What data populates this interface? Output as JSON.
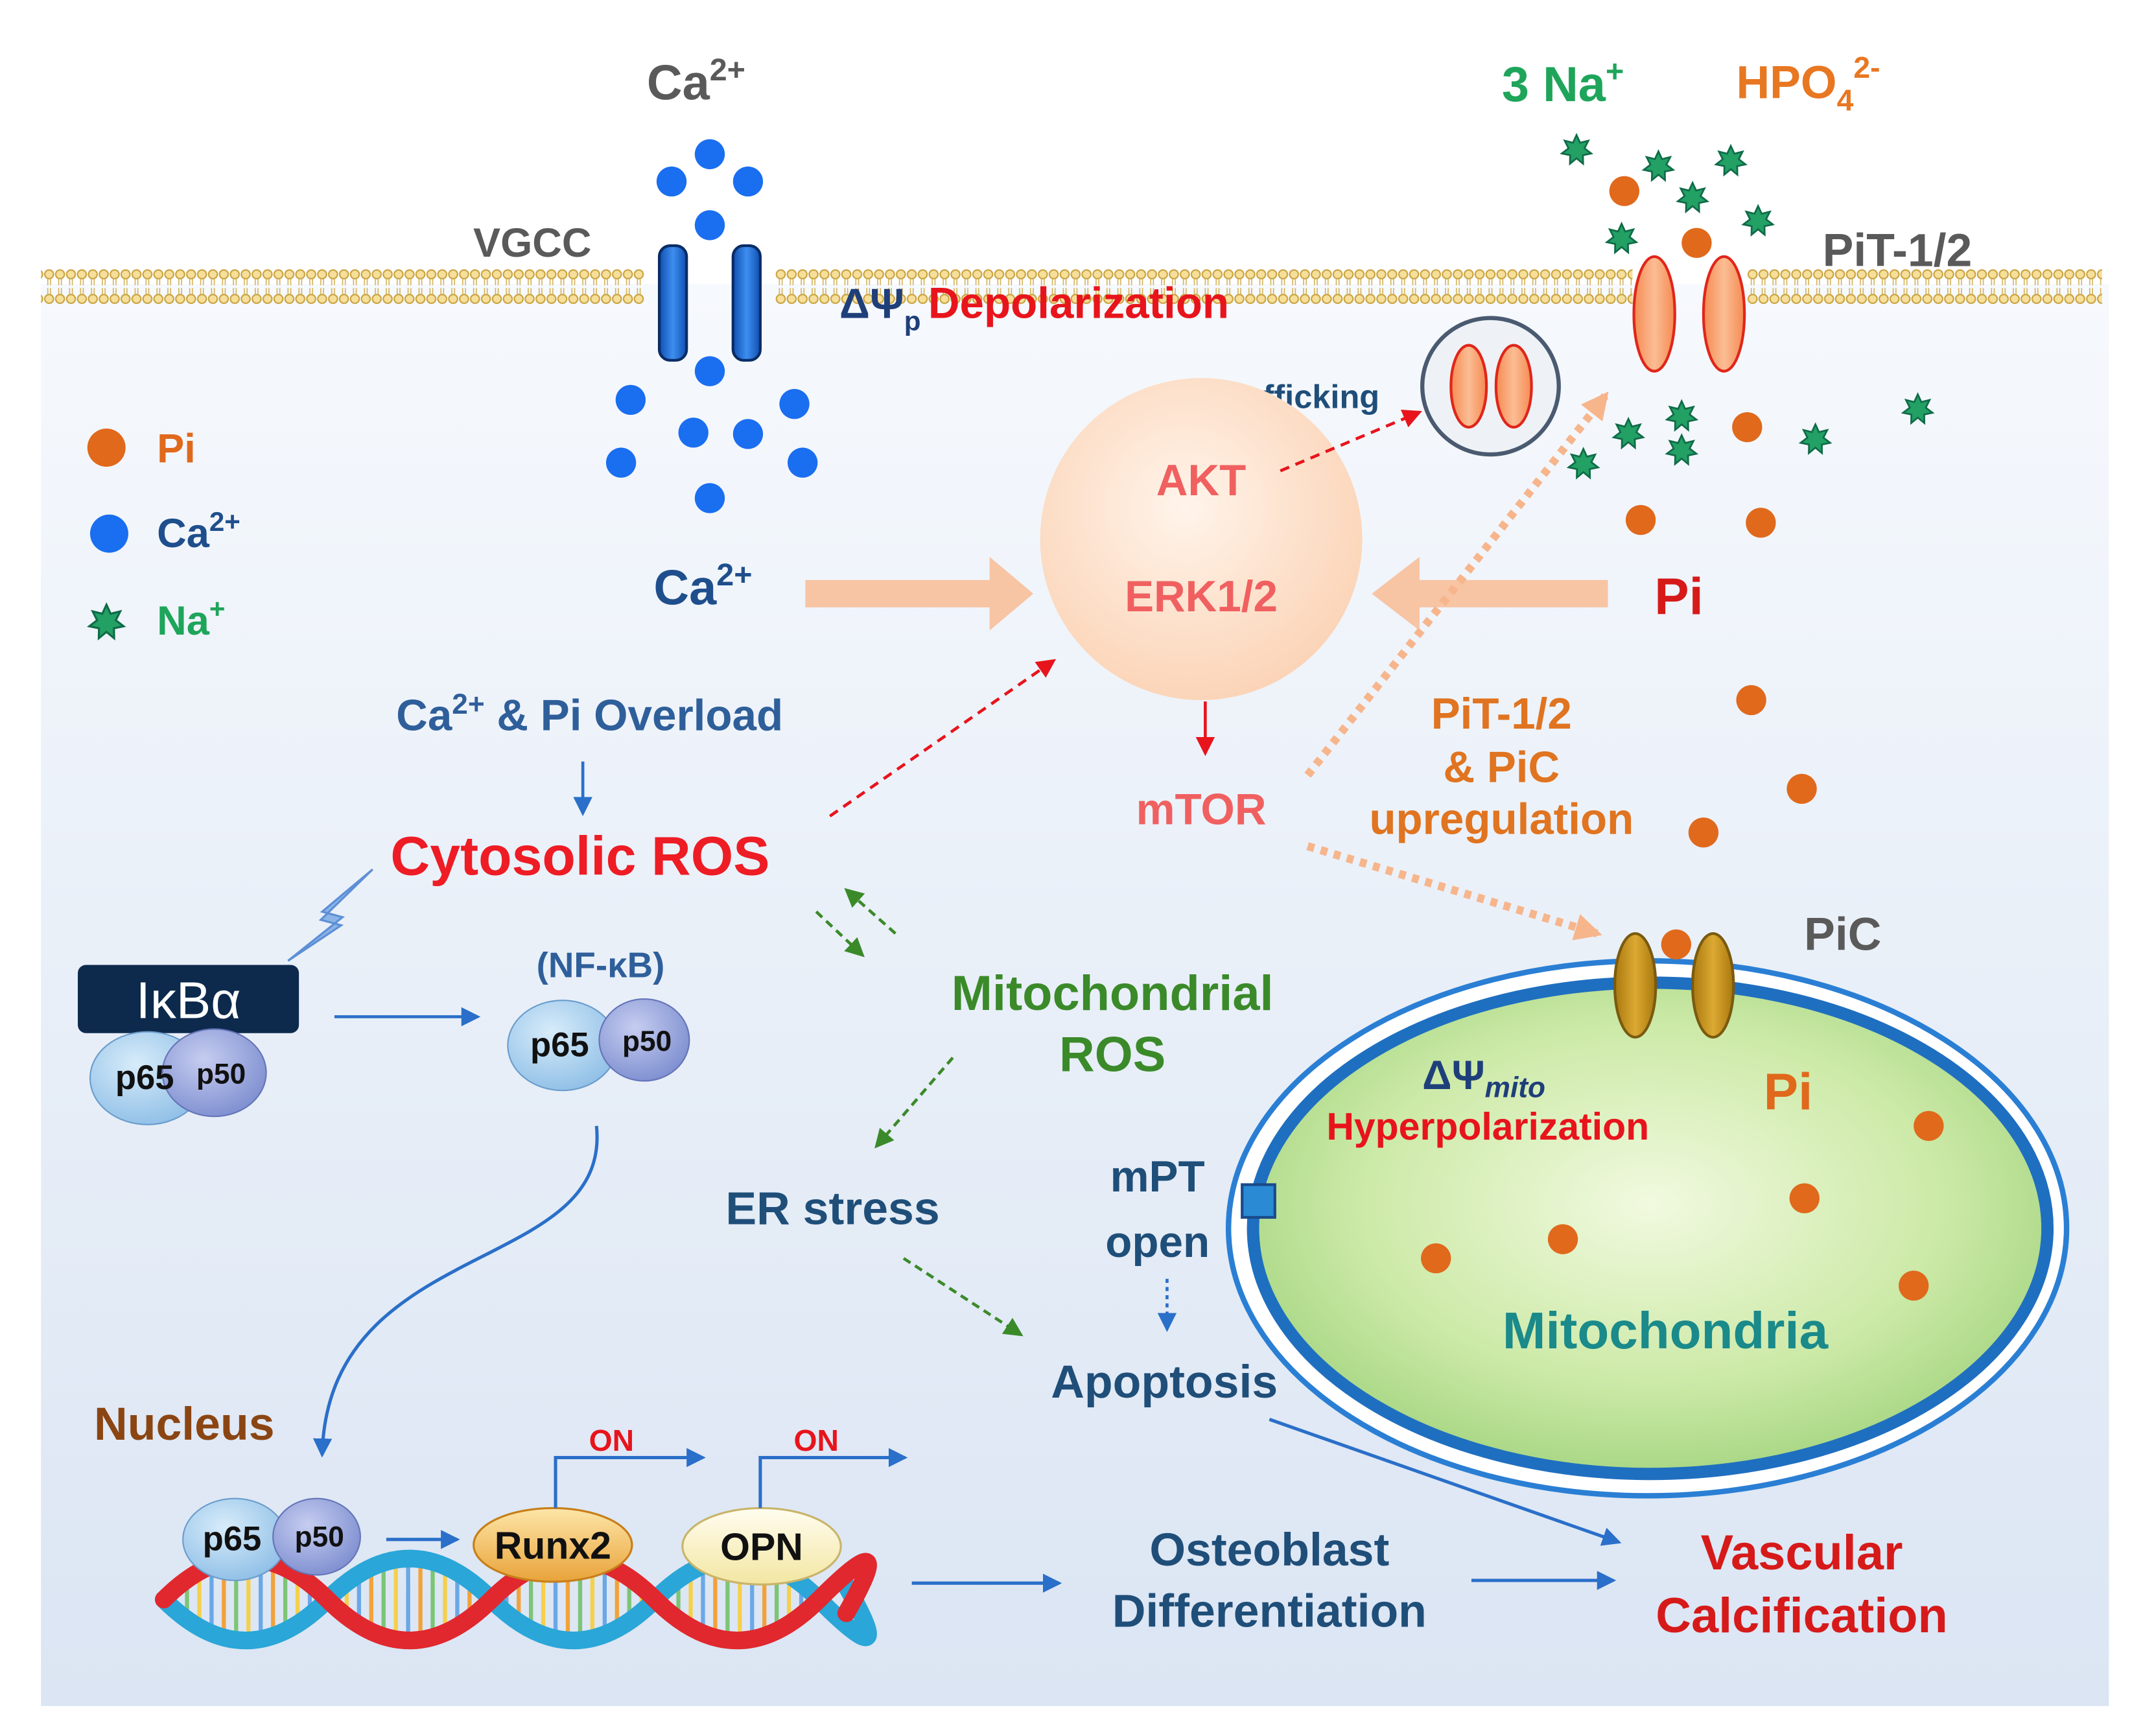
{
  "diagram": {
    "extracellular": {
      "ca_label": {
        "base": "Ca",
        "sup": "2+"
      },
      "vgcc_label": "VGCC",
      "na_label": {
        "base": "3 Na",
        "sup": "+"
      },
      "hpo4_label": {
        "base": "HPO",
        "sub": "4",
        "sup": "2-"
      },
      "pit_label": "PiT-1/2"
    },
    "membrane": {
      "psi": "ΔΨ",
      "psi_sub": "p",
      "state": "Depolarization"
    },
    "legend": [
      {
        "icon": "orange-circle",
        "label": "Pi"
      },
      {
        "icon": "blue-circle",
        "label": "Ca",
        "sup": "2+"
      },
      {
        "icon": "green-star",
        "label": "Na",
        "sup": "+"
      }
    ],
    "signaling": {
      "trafficking": "Trafficking",
      "akt": "AKT",
      "erk": "ERK1/2",
      "mtor": "mTOR",
      "ca_input": {
        "base": "Ca",
        "sup": "2+"
      },
      "pi_input": "Pi",
      "upregulation": [
        "PiT-1/2",
        "& PiC",
        "upregulation"
      ]
    },
    "ros": {
      "overload": {
        "base": "Ca",
        "sup": "2+",
        "rest": " & Pi Overload"
      },
      "cytosolic": "Cytosolic ROS",
      "mito_ros": [
        "Mitochondrial",
        "ROS"
      ],
      "er_stress": "ER stress",
      "mpt": [
        "mPT",
        "open"
      ],
      "apoptosis": "Apoptosis"
    },
    "nfkb": {
      "ikba": "IκBα",
      "complex_label": "(NF-κB)",
      "p65": "p65",
      "p50": "p50"
    },
    "mitochondria": {
      "pic_label": "PiC",
      "psi": "ΔΨ",
      "psi_sub": "mito",
      "state": "Hyperpolarization",
      "pi": "Pi",
      "name": "Mitochondria"
    },
    "nucleus": {
      "label": "Nucleus",
      "genes": [
        {
          "name": "Runx2",
          "status": "ON"
        },
        {
          "name": "OPN",
          "status": "ON"
        }
      ]
    },
    "outcomes": {
      "osteoblast": [
        "Osteoblast",
        "Differentiation"
      ],
      "calcification": [
        "Vascular",
        "Calcification"
      ]
    }
  },
  "colors": {
    "calcium": "#1a6ef0",
    "phosphate": "#e0691c",
    "sodium": "#23a064",
    "ros": "#ee1c24",
    "mito_ros": "#3b8a2a",
    "cell_background": "#e3ebf6"
  }
}
